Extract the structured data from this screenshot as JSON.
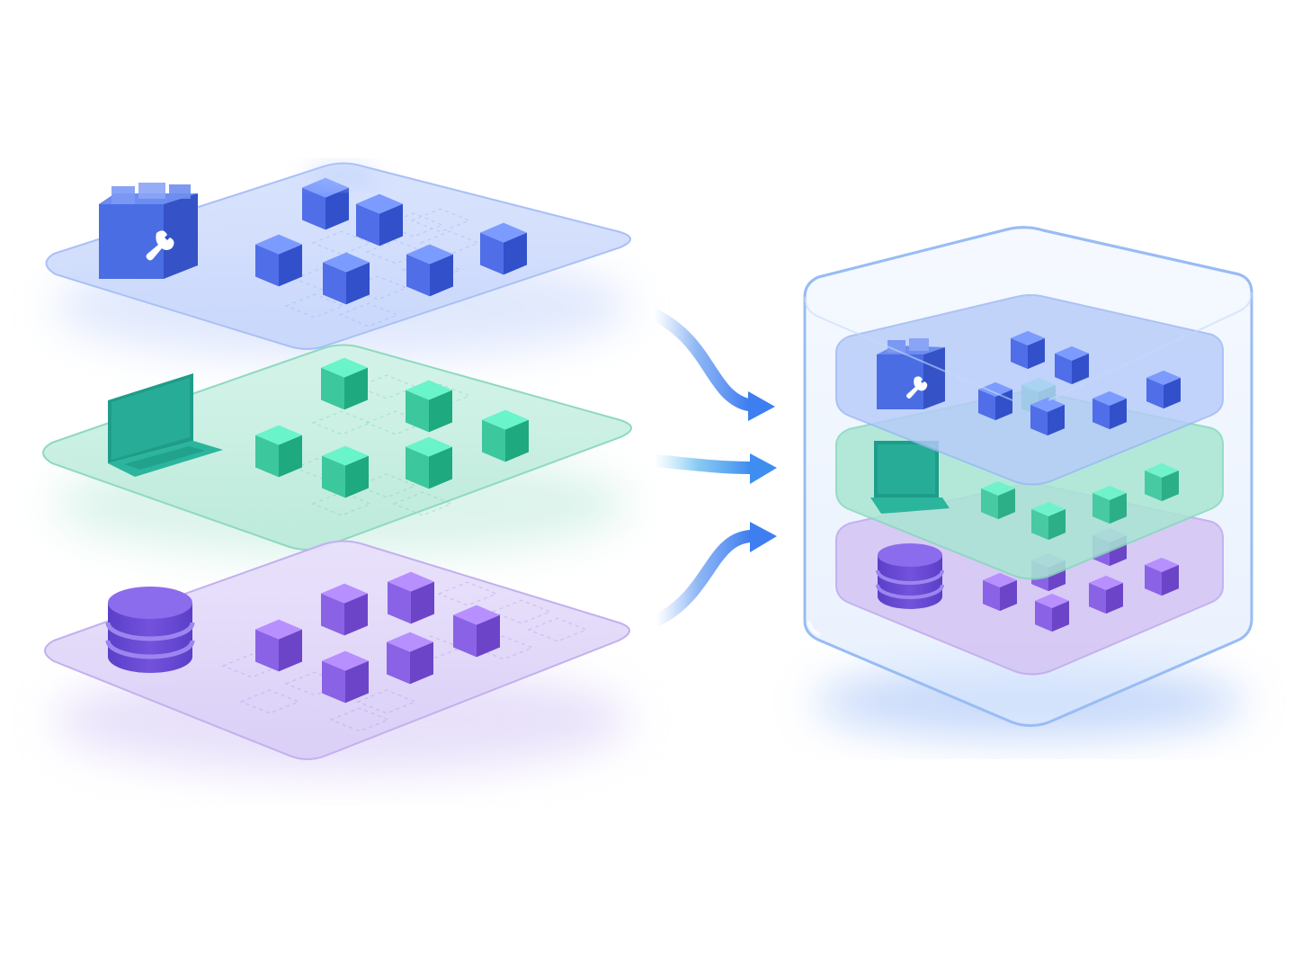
{
  "diagram": {
    "background": "#ffffff",
    "layers": [
      {
        "id": "tools",
        "icon": "toolbox-icon",
        "fill": "#c9d7fb",
        "stroke": "#a6bdf4",
        "cube": "#4f6ee8"
      },
      {
        "id": "devices",
        "icon": "laptop-icon",
        "fill": "#bdebdc",
        "stroke": "#8fd9c0",
        "cube": "#3cc79d"
      },
      {
        "id": "data",
        "icon": "database-icon",
        "fill": "#ddd2f7",
        "stroke": "#c3b2ef",
        "cube": "#8a62e6"
      }
    ],
    "arrows": [
      {
        "from": "tools",
        "to": "container",
        "icon": "curved-arrow-down-icon"
      },
      {
        "from": "devices",
        "to": "container",
        "icon": "arrow-right-icon"
      },
      {
        "from": "data",
        "to": "container",
        "icon": "curved-arrow-up-icon"
      }
    ],
    "container": {
      "icon": "stacked-layers-container",
      "accent": "#8fb6f2"
    }
  }
}
